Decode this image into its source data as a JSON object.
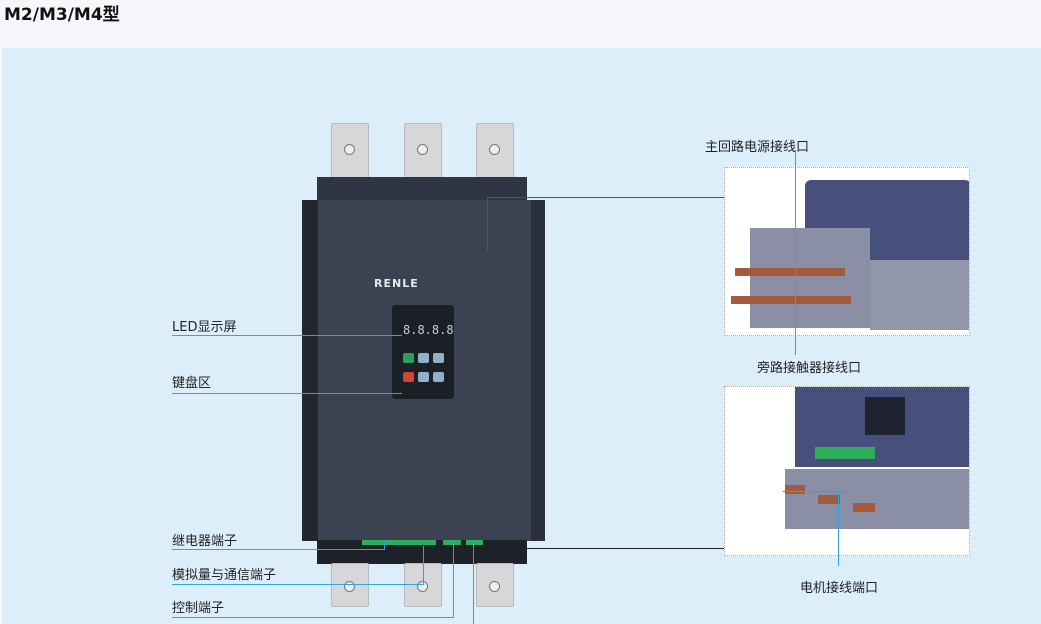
{
  "title": "M2/M3/M4型",
  "device": {
    "brand": "RENLE",
    "display": "8.8.8.8"
  },
  "labels": {
    "led": "LED显示屏",
    "keypad": "键盘区",
    "relay": "继电器端子",
    "analog": "模拟量与通信端子",
    "control": "控制端子",
    "main_power": "主回路电源接线口",
    "bypass": "旁路接触器接线口",
    "motor": "电机接线端口"
  },
  "colors": {
    "panel": "#ddeefb",
    "device": "#3b4252",
    "leader": "#2aa6e0"
  }
}
